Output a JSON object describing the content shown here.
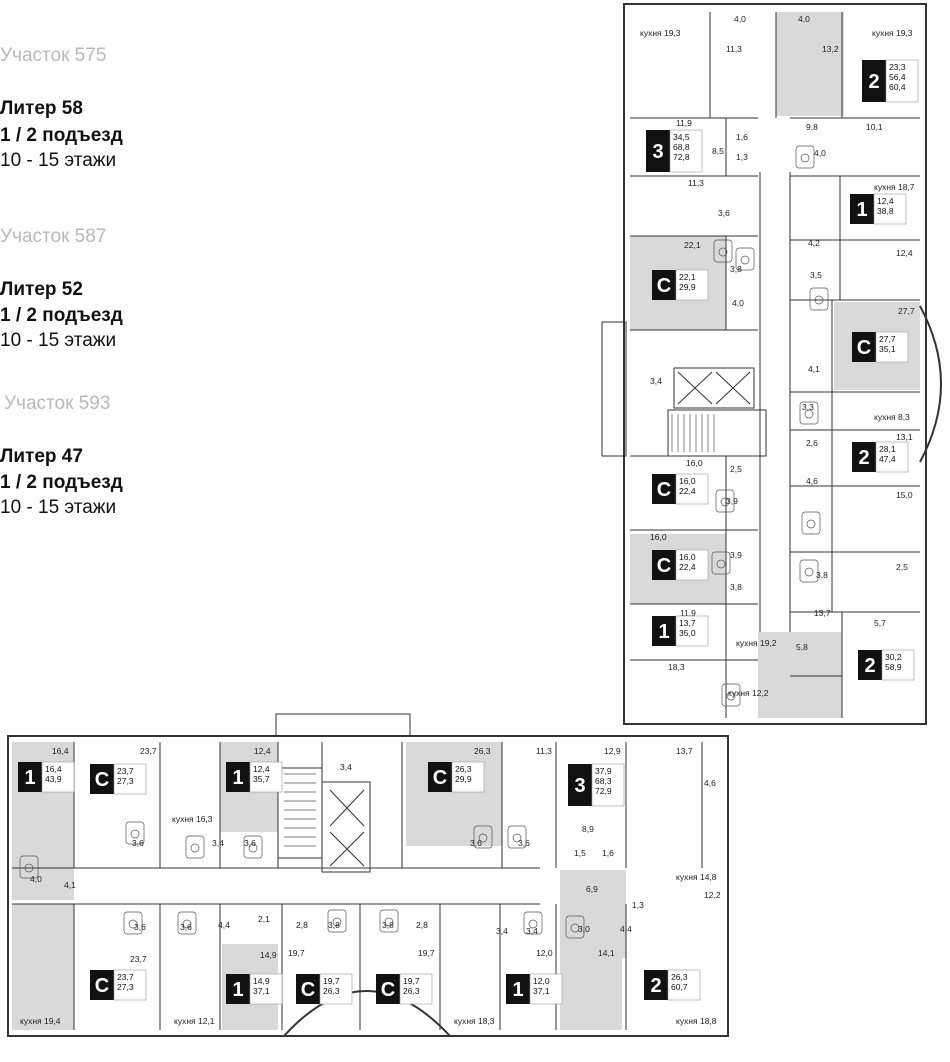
{
  "sections": [
    {
      "site": "Участок 575",
      "liter": "Литер 58",
      "entrance": "1 / 2 подъезд",
      "floors": "10 - 15  этажи"
    },
    {
      "site": "Участок 587",
      "liter": "Литер 52",
      "entrance": "1 / 2 подъезд",
      "floors": "10 - 15  этажи"
    },
    {
      "site": "Участок 593",
      "liter": "Литер 47",
      "entrance": "1 / 2 подъезд",
      "floors": "10 - 15  этажи"
    }
  ],
  "colors": {
    "apartment_fill": "#d9d9d9",
    "wall": "#333333",
    "badge": "#111111",
    "background": "#ffffff"
  },
  "vertical_apartments": [
    {
      "type": "2",
      "areas": [
        "23,3",
        "56,4",
        "60,4"
      ]
    },
    {
      "type": "3",
      "areas": [
        "34,5",
        "68,8",
        "72,8"
      ]
    },
    {
      "type": "1",
      "areas": [
        "12,4",
        "38,8"
      ]
    },
    {
      "type": "С",
      "areas": [
        "22,1",
        "29,9"
      ]
    },
    {
      "type": "С",
      "areas": [
        "27,7",
        "35,1"
      ]
    },
    {
      "type": "2",
      "areas": [
        "28,1",
        "47,4"
      ]
    },
    {
      "type": "С",
      "areas": [
        "16,0",
        "22,4"
      ]
    },
    {
      "type": "С",
      "areas": [
        "16,0",
        "22,4"
      ]
    },
    {
      "type": "1",
      "areas": [
        "13,7",
        "35,0"
      ]
    },
    {
      "type": "2",
      "areas": [
        "30,2",
        "58,9"
      ]
    }
  ],
  "horizontal_apartments": [
    {
      "type": "1",
      "areas": [
        "16,4",
        "43,9"
      ]
    },
    {
      "type": "С",
      "areas": [
        "23,7",
        "27,3"
      ]
    },
    {
      "type": "1",
      "areas": [
        "12,4",
        "35,7"
      ]
    },
    {
      "type": "С",
      "areas": [
        "26,3",
        "29,9"
      ]
    },
    {
      "type": "3",
      "areas": [
        "37,9",
        "68,3",
        "72,9"
      ]
    },
    {
      "type": "С",
      "areas": [
        "23,7",
        "27,3"
      ]
    },
    {
      "type": "1",
      "areas": [
        "14,9",
        "37,1"
      ]
    },
    {
      "type": "С",
      "areas": [
        "19,7",
        "26,3"
      ]
    },
    {
      "type": "С",
      "areas": [
        "19,7",
        "26,3"
      ]
    },
    {
      "type": "1",
      "areas": [
        "12,0",
        "37,1"
      ]
    },
    {
      "type": "2",
      "areas": [
        "26,3",
        "60,7"
      ]
    }
  ],
  "vertical_room_labels": [
    "кухня 19,3",
    "4,0",
    "4,0",
    "кухня 19,3",
    "11,3",
    "13,2",
    "11,9",
    "1,6",
    "9,8",
    "10,1",
    "8,5",
    "1,3",
    "4,0",
    "11,3",
    "кухня 18,7",
    "3,6",
    "22,1",
    "4,2",
    "12,4",
    "3,8",
    "3,5",
    "4,0",
    "27,7",
    "3,4",
    "4,1",
    "3,3",
    "кухня 8,3",
    "2,6",
    "13,1",
    "16,0",
    "2,5",
    "4,6",
    "3,9",
    "15,0",
    "16,0",
    "3,9",
    "3,8",
    "3,8",
    "2,5",
    "11,9",
    "13,7",
    "5,7",
    "кухня 19,2",
    "5,8",
    "18,3",
    "кухня 12,2",
    "3,3"
  ],
  "horizontal_room_labels": [
    "16,4",
    "23,7",
    "12,4",
    "3,4",
    "26,3",
    "11,3",
    "12,9",
    "13,7",
    "4,6",
    "кухня 16,3",
    "3,6",
    "3,4",
    "3,6",
    "3,6",
    "3,6",
    "8,9",
    "1,5",
    "1,6",
    "4,0",
    "4,1",
    "кухня 14,8",
    "6,9",
    "1,3",
    "12,2",
    "3,6",
    "3,6",
    "4,4",
    "2,1",
    "2,8",
    "3,8",
    "3,8",
    "2,8",
    "3,4",
    "3,4",
    "3,0",
    "4,4",
    "23,7",
    "14,9",
    "19,7",
    "19,7",
    "12,0",
    "14,1",
    "кухня 19,4",
    "кухня 12,1",
    "кухня 18,3",
    "кухня 18,8"
  ]
}
